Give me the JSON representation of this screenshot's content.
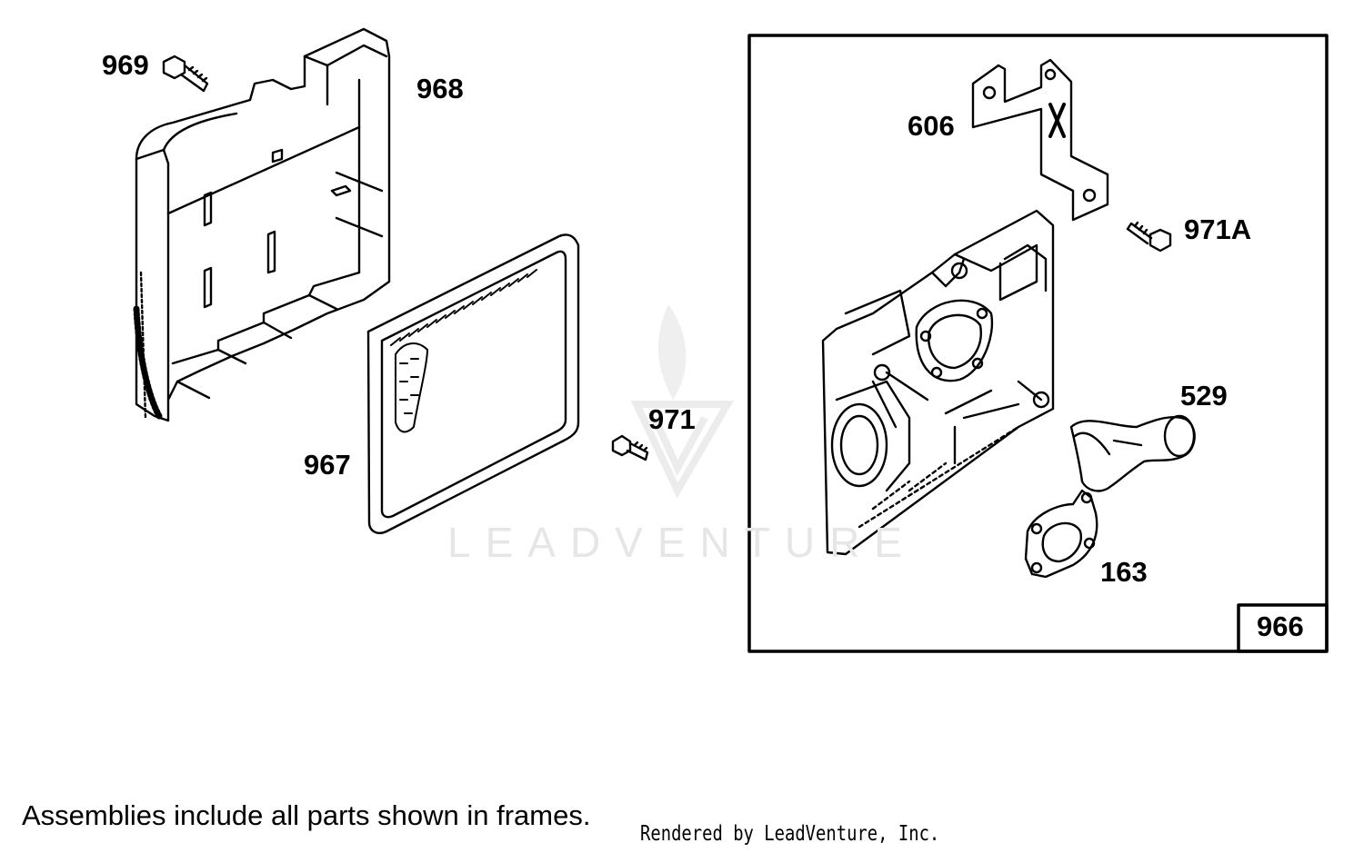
{
  "callouts": {
    "p969": "969",
    "p968": "968",
    "p967": "967",
    "p971": "971",
    "p606": "606",
    "p971a": "971A",
    "p529": "529",
    "p163": "163",
    "p966": "966"
  },
  "footnote": "Assemblies include all parts shown in frames.",
  "credit": "Rendered by LeadVenture, Inc.",
  "watermark": "LEADVENTURE"
}
